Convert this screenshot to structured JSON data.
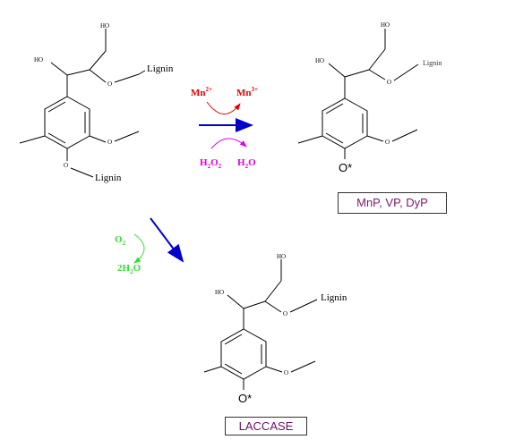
{
  "labels": {
    "ho": "HO",
    "lignin": "Lignin",
    "radical": "O*",
    "mn2": "Mn",
    "mn2_sup": "2+",
    "mn3": "Mn",
    "mn3_sup": "3+",
    "h2o2": "H",
    "h2o2_sub1": "2",
    "h2o2_o": "O",
    "h2o2_sub2": "2",
    "h2o_h": "H",
    "h2o_sub": "2",
    "h2o_o": "O",
    "o2": "O",
    "o2_sub": "2",
    "two_h2o": "2H",
    "two_h2o_sub": "2",
    "two_h2o_o": "O"
  },
  "enzymes": {
    "peroxidases": "MnP, VP, DyP",
    "laccase": "LACCASE"
  },
  "colors": {
    "mn": "#e00000",
    "peroxide": "#e000e0",
    "oxygen": "#33dd33",
    "arrow": "#0000cc",
    "bond": "#000000"
  }
}
